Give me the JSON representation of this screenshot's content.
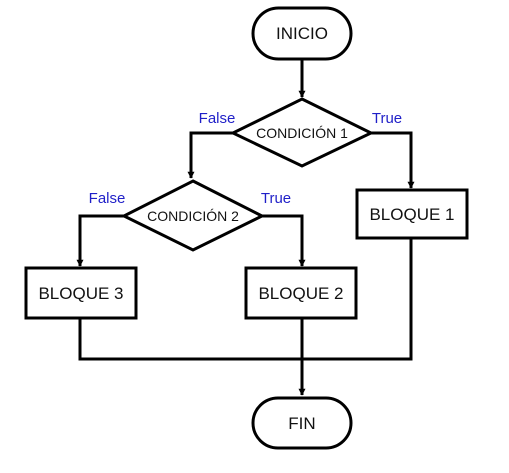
{
  "colors": {
    "stroke": "#000000",
    "branch_label": "#1f1fc8",
    "fill": "#ffffff"
  },
  "flowchart": {
    "start": "INICIO",
    "end": "FIN",
    "condition1": "CONDICIÓN 1",
    "condition2": "CONDICIÓN 2",
    "block1": "BLOQUE 1",
    "block2": "BLOQUE 2",
    "block3": "BLOQUE 3",
    "labels": {
      "c1_false": "False",
      "c1_true": "True",
      "c2_false": "False",
      "c2_true": "True"
    }
  }
}
